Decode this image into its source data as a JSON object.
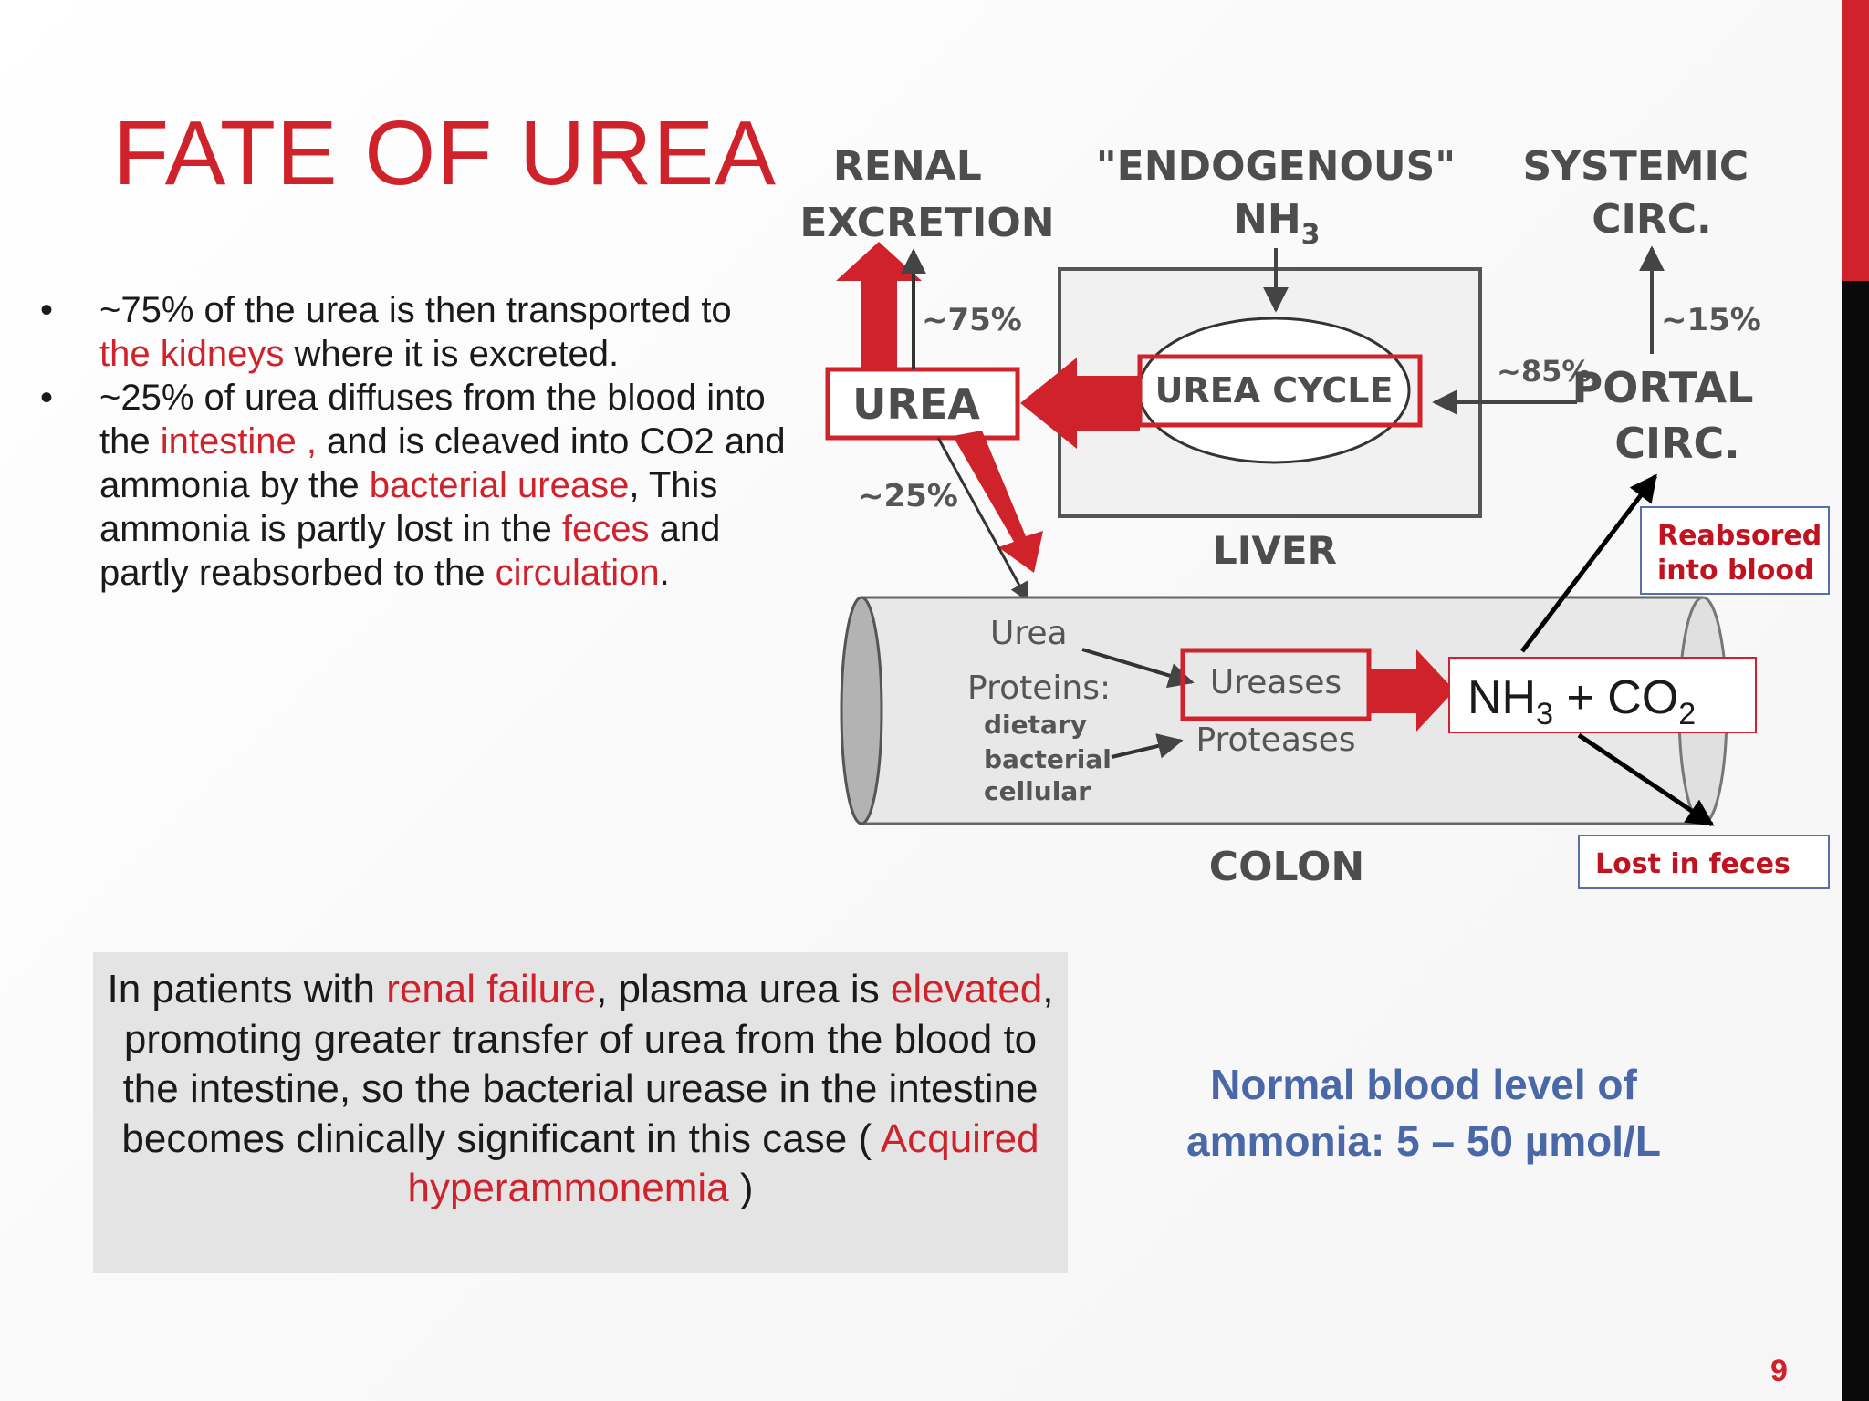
{
  "slide": {
    "title": "FATE OF UREA",
    "page_number": "9",
    "accent_color": "#d0222b",
    "side_bar_colors": [
      "#d0222b",
      "#0a0a0a"
    ]
  },
  "bullets": [
    {
      "segments": [
        {
          "text": "~75% of the urea is then transported to ",
          "color": "default"
        },
        {
          "text": "the kidneys",
          "color": "red"
        },
        {
          "text": " where it is excreted.",
          "color": "default"
        }
      ]
    },
    {
      "segments": [
        {
          "text": "~25% of urea diffuses from the blood into the ",
          "color": "default"
        },
        {
          "text": "intestine ,",
          "color": "red"
        },
        {
          "text": " and is cleaved into CO2 and ammonia by the ",
          "color": "default"
        },
        {
          "text": "bacterial urease",
          "color": "red"
        },
        {
          "text": ", This ammonia is partly lost in the ",
          "color": "default"
        },
        {
          "text": "feces",
          "color": "red"
        },
        {
          "text": " and partly reabsorbed to the ",
          "color": "default"
        },
        {
          "text": "circulation",
          "color": "red"
        },
        {
          "text": ".",
          "color": "default"
        }
      ]
    }
  ],
  "diagram": {
    "renal_excretion": [
      "RENAL",
      "EXCRETION"
    ],
    "endogenous_nh3": "\"ENDOGENOUS\"",
    "nh3_label": "NH",
    "nh3_sub": "3",
    "systemic_circ": [
      "SYSTEMIC",
      "CIRC."
    ],
    "pct_75": "~75%",
    "pct_15": "~15%",
    "pct_85": "~85%",
    "pct_25": "~25%",
    "urea": "UREA",
    "urea_cycle": "UREA CYCLE",
    "portal_circ": [
      "PORTAL",
      "CIRC."
    ],
    "liver": "LIVER",
    "colon_urea": "Urea",
    "proteins": "Proteins:",
    "protein_sources": [
      "dietary",
      "bacterial",
      "cellular"
    ],
    "ureases": "Ureases",
    "proteases": "Proteases",
    "colon": "COLON",
    "formula_nh": "NH",
    "formula_nh_sub": "3",
    "formula_plus_co": " + CO",
    "formula_co_sub": "2",
    "reabsorbed": [
      "Reabsored",
      "into blood"
    ],
    "lost_in_feces": "Lost in feces"
  },
  "note": {
    "segments": [
      {
        "text": "In patients with ",
        "color": "default"
      },
      {
        "text": "renal failure",
        "color": "red"
      },
      {
        "text": ", plasma urea is ",
        "color": "default"
      },
      {
        "text": "elevated",
        "color": "red"
      },
      {
        "text": ", promoting greater transfer of urea from the blood to the intestine, so the bacterial urease in the intestine becomes clinically significant in this case ( ",
        "color": "default"
      },
      {
        "text": "Acquired hyperammonemia",
        "color": "red"
      },
      {
        "text": " )",
        "color": "default"
      }
    ]
  },
  "normal_level": [
    "Normal blood level of",
    "ammonia: 5 – 50 µmol/L"
  ]
}
